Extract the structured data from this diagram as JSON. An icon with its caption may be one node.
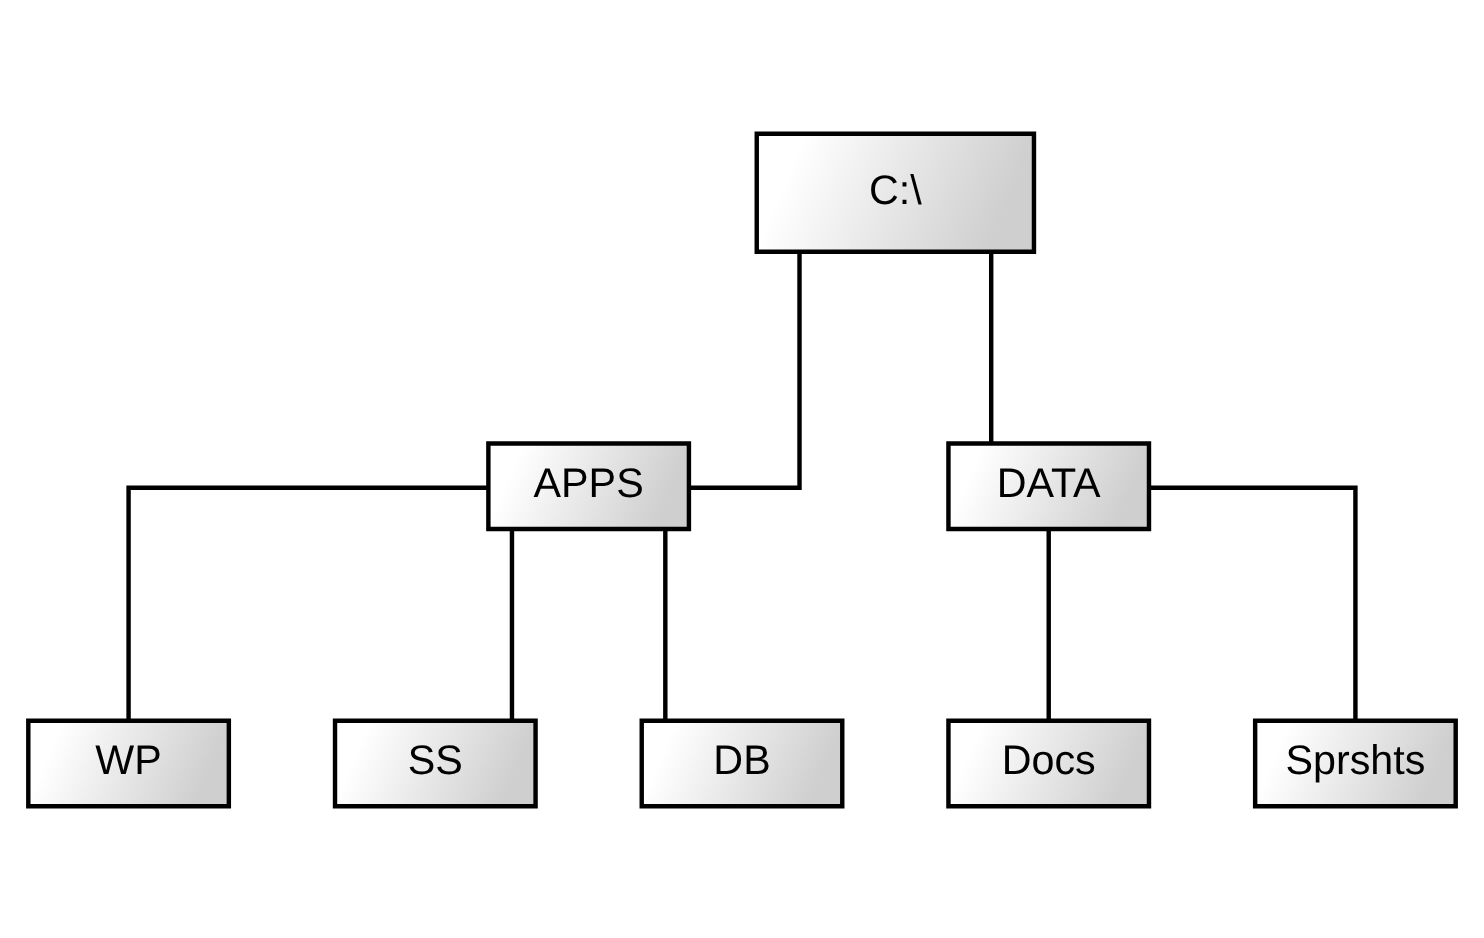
{
  "diagram": {
    "nodes": [
      {
        "text": [
          "C:\\"
        ]
      },
      {
        "text": [
          "APPS"
        ]
      },
      {
        "text": [
          "DATA"
        ]
      },
      {
        "text": [
          "WP"
        ]
      },
      {
        "text": [
          "SS"
        ]
      },
      {
        "text": [
          "DB"
        ]
      },
      {
        "text": [
          "Docs"
        ]
      },
      {
        "text": [
          "Sprshts"
        ]
      }
    ],
    "edges": [
      {
        "from": 0,
        "to": 1,
        "arrow": "none"
      },
      {
        "from": 0,
        "to": 2,
        "arrow": "none"
      },
      {
        "from": 1,
        "to": 3,
        "arrow": "none"
      },
      {
        "from": 1,
        "to": 4,
        "arrow": "none"
      },
      {
        "from": 1,
        "to": 5,
        "arrow": "none"
      },
      {
        "from": 2,
        "to": 6,
        "arrow": "none"
      },
      {
        "from": 2,
        "to": 7,
        "arrow": "none"
      }
    ]
  }
}
